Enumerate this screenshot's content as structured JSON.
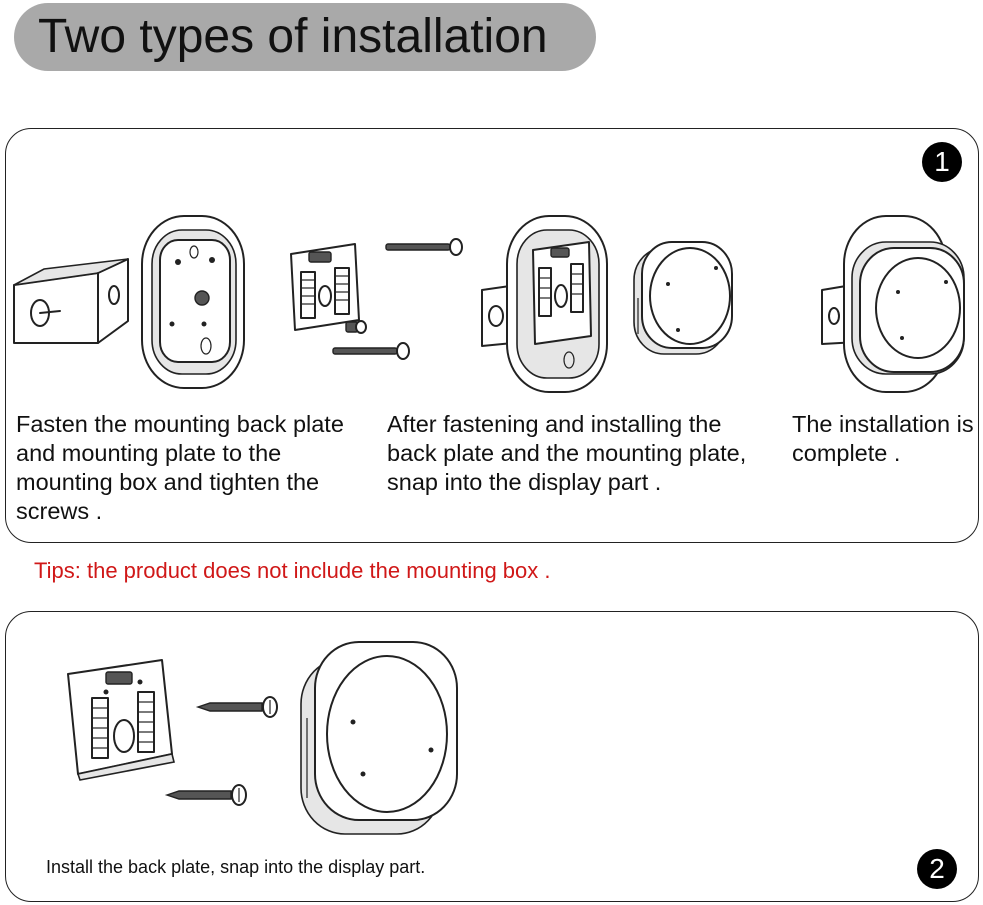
{
  "title": "Two types of installation",
  "section_1": {
    "badge": "1",
    "captions": [
      "Fasten the mounting back plate and mounting plate to the mounting box and tighten the screws .",
      "After fastening and installing the back plate and the mounting plate, snap into the display part .",
      "The installation is complete ."
    ]
  },
  "tips": "Tips: the product does not include the mounting box .",
  "section_2": {
    "badge": "2",
    "caption": "Install the back plate,  snap into the display part."
  },
  "icons": [
    "mounting-box-icon",
    "mounting-plate-icon",
    "back-plate-icon",
    "screw-icon",
    "display-unit-icon"
  ],
  "colors": {
    "title_pill": "#a9a9a9",
    "tips_text": "#d01818",
    "badge_bg": "#000000"
  }
}
